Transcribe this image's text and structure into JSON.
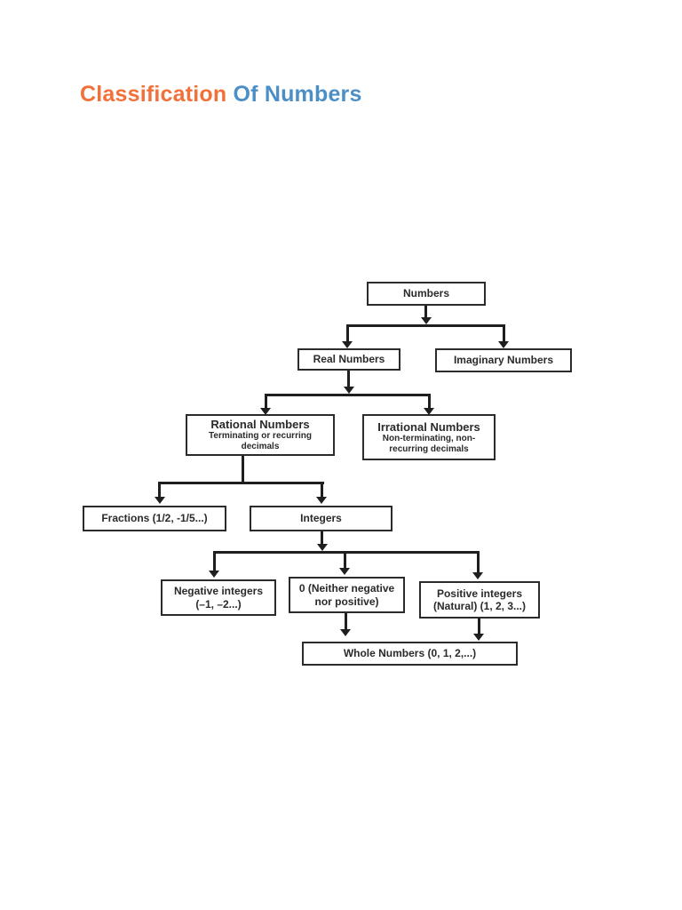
{
  "header": {
    "title_part1": "Classification",
    "title_part2": " Of Numbers"
  },
  "colors": {
    "title_orange": "#F2703A",
    "title_blue": "#4B8FC6",
    "line_color": "#1f1f1f",
    "box_border": "#2b2b2b",
    "background": "#ffffff"
  },
  "flowchart": {
    "nodes": {
      "numbers": {
        "label": "Numbers"
      },
      "real": {
        "label": "Real Numbers"
      },
      "imaginary": {
        "label": "Imaginary Numbers"
      },
      "rational": {
        "label": "Rational Numbers",
        "sublabel": "Terminating or recurring decimals"
      },
      "irrational": {
        "label": "Irrational Numbers",
        "sublabel": "Non-terminating, non-recurring decimals"
      },
      "fractions": {
        "label": "Fractions (1/2, -1/5...)"
      },
      "integers": {
        "label": "Integers"
      },
      "negative": {
        "label": "Negative integers",
        "sublabel": "(–1, –2...)"
      },
      "zero": {
        "label": "0 (Neither negative nor positive)"
      },
      "positive": {
        "label": "Positive integers",
        "sublabel": "(Natural) (1, 2, 3...)"
      },
      "whole": {
        "label": "Whole Numbers (0, 1, 2,...)"
      }
    }
  }
}
